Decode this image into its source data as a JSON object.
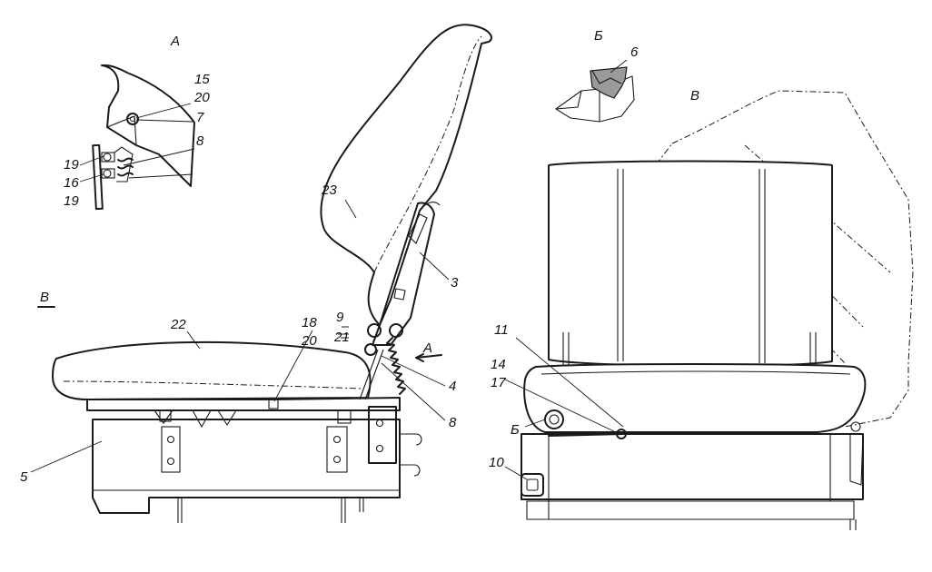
{
  "view_labels": {
    "a_top": "А",
    "b_top": "Б",
    "v_right": "В",
    "v_left": "В",
    "a_arrow": "А",
    "b_callout": "Б"
  },
  "callouts": {
    "n15": "15",
    "n20a": "20",
    "n7": "7",
    "n8a": "8",
    "n19a": "19",
    "n16": "16",
    "n19b": "19",
    "n23": "23",
    "n3": "3",
    "n22": "22",
    "n18": "18",
    "n20b": "20",
    "n9": "9",
    "n21": "21",
    "n4": "4",
    "n8b": "8",
    "n5": "5",
    "n6": "6",
    "n11": "11",
    "n14": "14",
    "n17": "17",
    "n10": "10"
  }
}
